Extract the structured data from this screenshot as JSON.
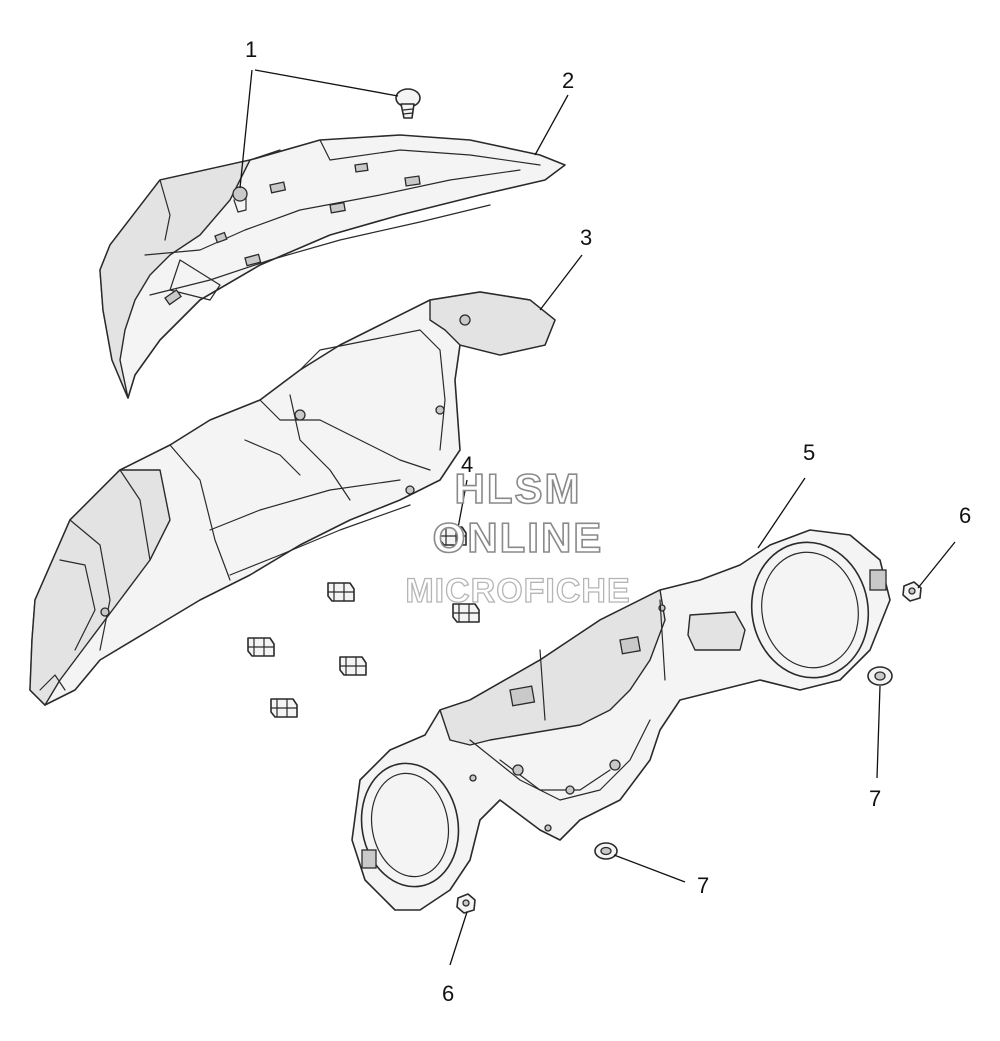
{
  "callouts": {
    "c1": "1",
    "c2": "2",
    "c3": "3",
    "c4": "4",
    "c5": "5",
    "c6a": "6",
    "c6b": "6",
    "c7a": "7",
    "c7b": "7"
  },
  "watermark": {
    "line1": "HLSM",
    "line2": "ONLINE",
    "line3": "MICROFICHE"
  }
}
